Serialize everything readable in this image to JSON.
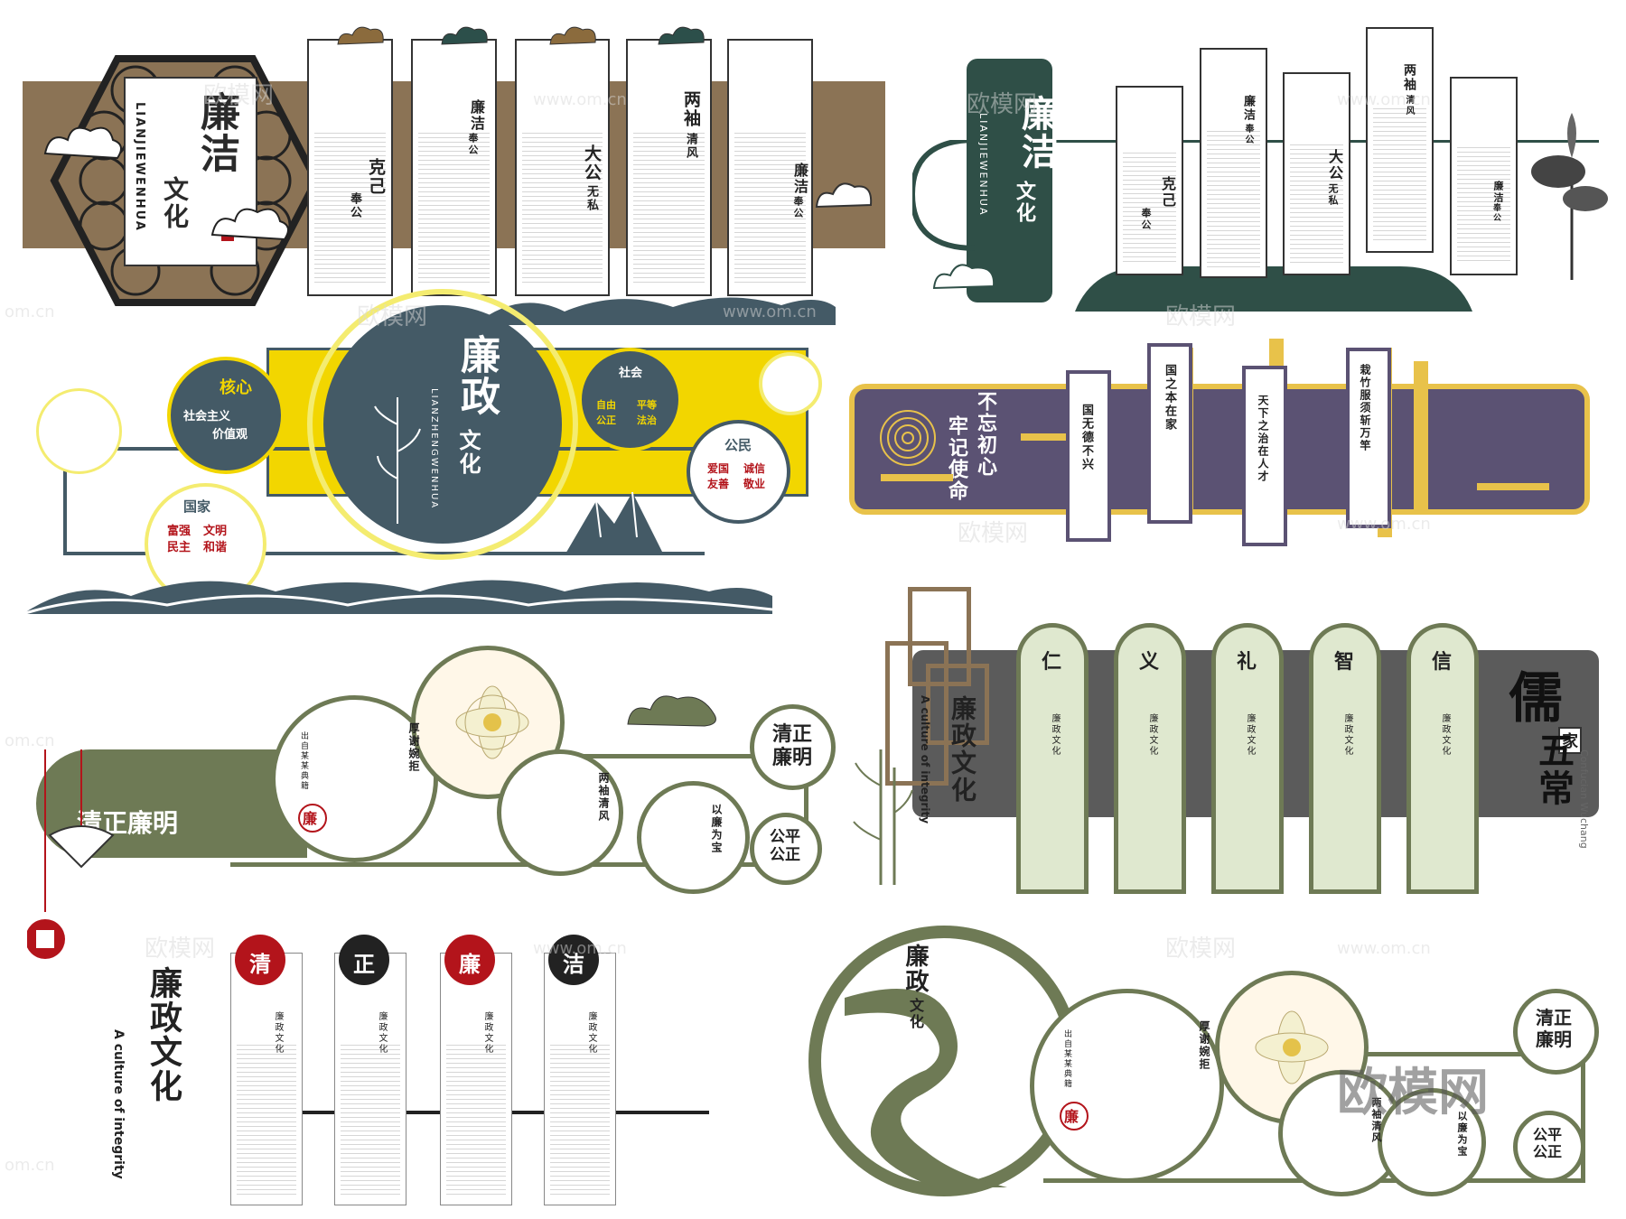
{
  "board1": {
    "title_main": "廉洁",
    "title_sub": "文化",
    "pinyin": "LIANJIEWENHUA",
    "panels": [
      {
        "big": "克己",
        "small": "奉公"
      },
      {
        "big": "廉洁",
        "small": "奉公"
      },
      {
        "big": "大公",
        "small": "无私"
      },
      {
        "big": "两袖",
        "small": "清风"
      },
      {
        "big": "廉洁",
        "small": "奉公"
      }
    ]
  },
  "board2": {
    "title_main": "廉洁",
    "title_sub": "文化",
    "pinyin": "LIANJIEWENHUA",
    "panels": [
      {
        "big": "克己",
        "small": "奉公"
      },
      {
        "big": "廉洁",
        "small": "奉公"
      },
      {
        "big": "大公",
        "small": "无私"
      },
      {
        "big": "两袖",
        "small": "清风"
      },
      {
        "big": "廉洁",
        "small": "奉公"
      }
    ]
  },
  "board3": {
    "title_main": "廉政",
    "title_sub": "文化",
    "pinyin": "LIANZHENGWENHUA",
    "core_big": "核心",
    "core_line1": "社会主义",
    "core_line2": "价值观",
    "nation": "国家",
    "nation_items": [
      "富强",
      "文明",
      "民主",
      "和谐"
    ],
    "society": "社会",
    "society_items": [
      "自由",
      "平等",
      "公正",
      "法治"
    ],
    "citizen": "公民",
    "citizen_items": [
      "爱国",
      "诚信",
      "友善",
      "敬业"
    ]
  },
  "board4": {
    "slogan_col1": "不忘初心",
    "slogan_col2": "牢记使命",
    "panels": [
      "国无德不兴",
      "国之本在家",
      "天下之治在人才",
      "栽竹服须斩万竿"
    ]
  },
  "board5": {
    "title": "清正廉明",
    "badge_top": "清正廉明",
    "badge_bottom": "公平公正",
    "circle_caption": "出自某某典籍",
    "seal": "廉",
    "circle_titles": [
      "厚谢婉拒",
      "两袖清风",
      "以廉为宝"
    ]
  },
  "board6": {
    "virtues": [
      "仁",
      "义",
      "礼",
      "智",
      "信"
    ],
    "panel_sub": "廉政文化",
    "title": "廉政文化",
    "title_en": "A culture of integrity",
    "right_big": "儒",
    "right_family": "家",
    "right_rest": "五常",
    "right_pinyin": "Confucian Wuchang"
  },
  "board7": {
    "title": "廉政文化",
    "title_en": "A culture of integrity",
    "discs": [
      "清",
      "正",
      "廉",
      "洁"
    ],
    "panel_sub": "廉政文化"
  },
  "board8": {
    "title_main": "廉政",
    "title_sub": "文化",
    "badge_top": "清正廉明",
    "badge_bottom": "公平公正",
    "circle_caption": "出自某某典籍",
    "seal": "廉",
    "circle_titles": [
      "厚谢婉拒",
      "两袖清风",
      "以廉为宝"
    ]
  },
  "watermark": {
    "brand": "欧模网",
    "url": "www.om.cn",
    "url_short": "om.cn"
  },
  "colors": {
    "brown": "#8b7355",
    "dark_green": "#2f4f47",
    "slate": "#445a66",
    "yellow": "#f2d600",
    "purple": "#5b5273",
    "gold": "#e8c24a",
    "olive": "#6e7a55",
    "light_green": "#dfe8cf",
    "red": "#b3141b",
    "gray": "#5b5b5b"
  }
}
